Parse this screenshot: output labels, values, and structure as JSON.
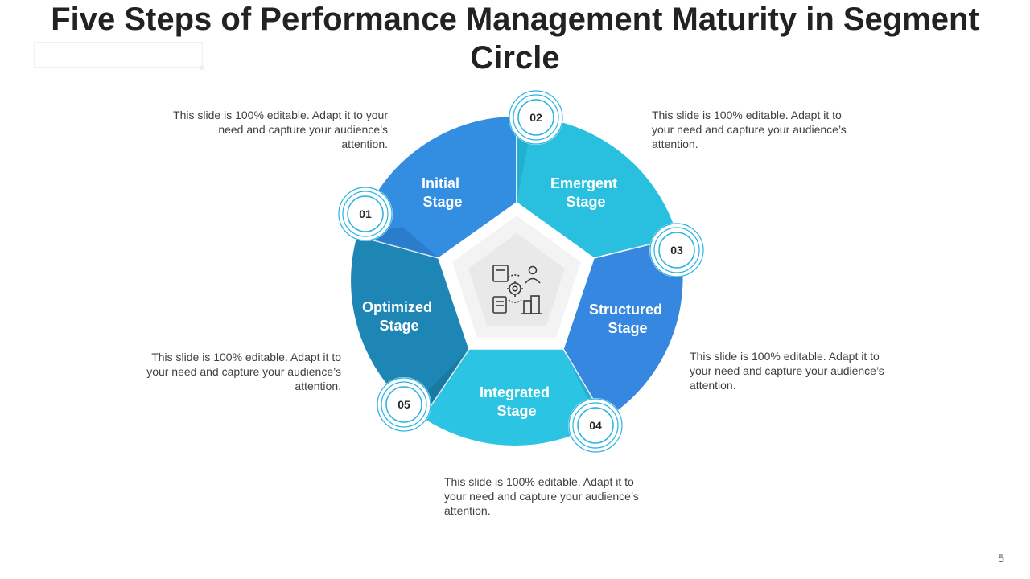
{
  "title": "Five Steps of Performance Management Maturity in Segment Circle",
  "page_number": "5",
  "center_icon": "management-process-icon",
  "colors": {
    "segment_1": "#338de0",
    "segment_2": "#29c0e0",
    "segment_3": "#3587df",
    "segment_4": "#2bc4e2",
    "segment_5": "#1e86b5",
    "ring": "#2ab3e0",
    "center": "#e9e9e9"
  },
  "steps": [
    {
      "number": "01",
      "label_line1": "Initial",
      "label_line2": "Stage",
      "description": "This slide is 100% editable.  Adapt it to your need and capture your audience’s attention."
    },
    {
      "number": "02",
      "label_line1": "Emergent",
      "label_line2": "Stage",
      "description": "This slide is 100% editable.  Adapt it to your need and capture your audience’s attention."
    },
    {
      "number": "03",
      "label_line1": "Structured",
      "label_line2": "Stage",
      "description": "This slide is 100% editable.  Adapt it to your need and capture your audience’s attention."
    },
    {
      "number": "04",
      "label_line1": "Integrated",
      "label_line2": "Stage",
      "description": "This slide is 100% editable.  Adapt it to your need and capture your audience’s attention."
    },
    {
      "number": "05",
      "label_line1": "Optimized",
      "label_line2": "Stage",
      "description": "This slide is 100% editable.  Adapt it to your need and capture your audience’s attention."
    }
  ]
}
